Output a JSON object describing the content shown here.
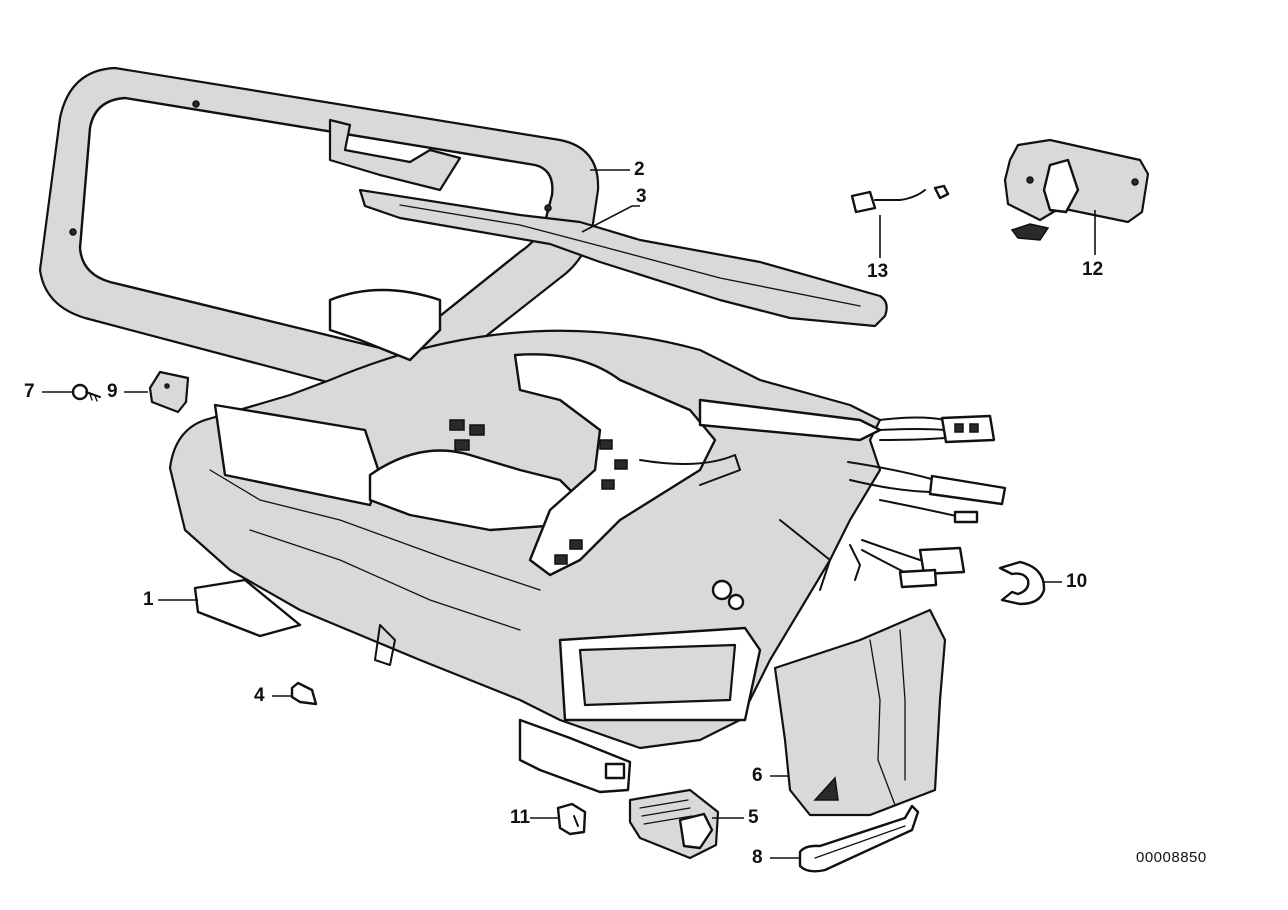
{
  "diagram": {
    "id_text": "00008850",
    "callouts": [
      {
        "key": "c1",
        "text": "1"
      },
      {
        "key": "c2",
        "text": "2"
      },
      {
        "key": "c3",
        "text": "3"
      },
      {
        "key": "c4",
        "text": "4"
      },
      {
        "key": "c5",
        "text": "5"
      },
      {
        "key": "c6",
        "text": "6"
      },
      {
        "key": "c7",
        "text": "7"
      },
      {
        "key": "c8",
        "text": "8"
      },
      {
        "key": "c9",
        "text": "9"
      },
      {
        "key": "c10",
        "text": "10"
      },
      {
        "key": "c11",
        "text": "11"
      },
      {
        "key": "c12",
        "text": "12"
      },
      {
        "key": "c13",
        "text": "13"
      }
    ]
  },
  "colors": {
    "ink": "#111111",
    "fill_grey": "#d9d9d9",
    "background": "#ffffff"
  }
}
